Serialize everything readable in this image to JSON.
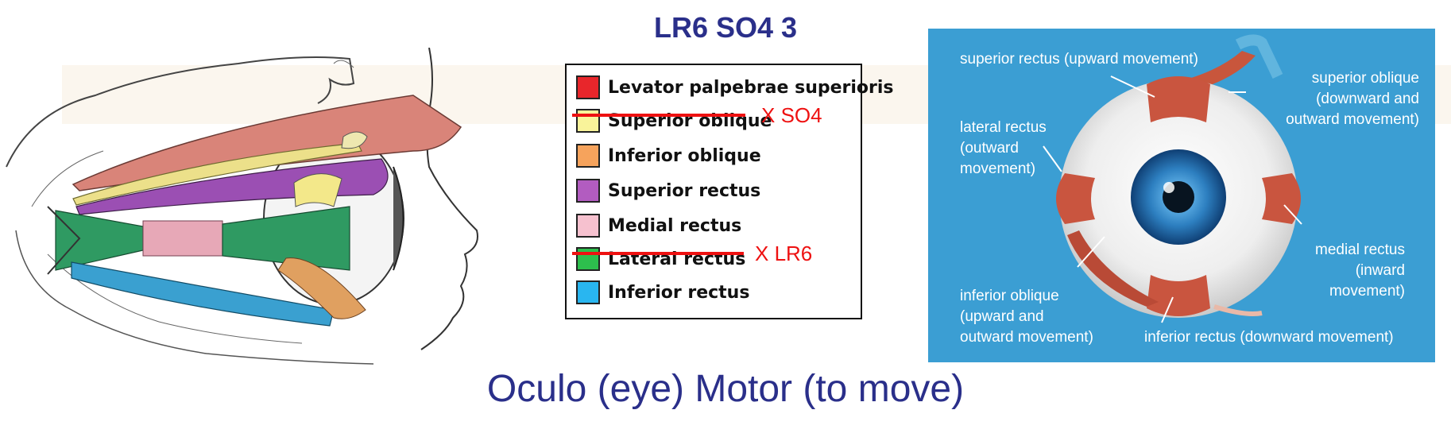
{
  "heading": "LR6 SO4 3",
  "footer_title": "Oculo (eye) Motor (to move)",
  "legend": {
    "items": [
      {
        "label": "Levator palpebrae superioris",
        "color": "#e8262b"
      },
      {
        "label": "Superior oblique",
        "color": "#f9f39a"
      },
      {
        "label": "Inferior oblique",
        "color": "#f6a35c"
      },
      {
        "label": "Superior rectus",
        "color": "#b25cc0"
      },
      {
        "label": "Medial rectus",
        "color": "#f6c1cf"
      },
      {
        "label": "Lateral rectus",
        "color": "#2dbf4d"
      },
      {
        "label": "Inferior rectus",
        "color": "#29b6f0"
      }
    ],
    "annotation_so4": "X  SO4",
    "annotation_lr6": "X  LR6",
    "strike_color": "#ee1111"
  },
  "eye_panel": {
    "background": "#3b9ed3",
    "labels": {
      "superior_rectus": "superior rectus (upward movement)",
      "superior_oblique": [
        "superior oblique",
        "(downward and",
        "outward movement)"
      ],
      "lateral_rectus": [
        "lateral rectus",
        "(outward",
        "movement)"
      ],
      "medial_rectus": [
        "medial rectus",
        "(inward",
        "movement)"
      ],
      "inferior_oblique": [
        "inferior oblique",
        "(upward and",
        "outward movement)"
      ],
      "inferior_rectus": "inferior rectus (downward movement)"
    }
  }
}
